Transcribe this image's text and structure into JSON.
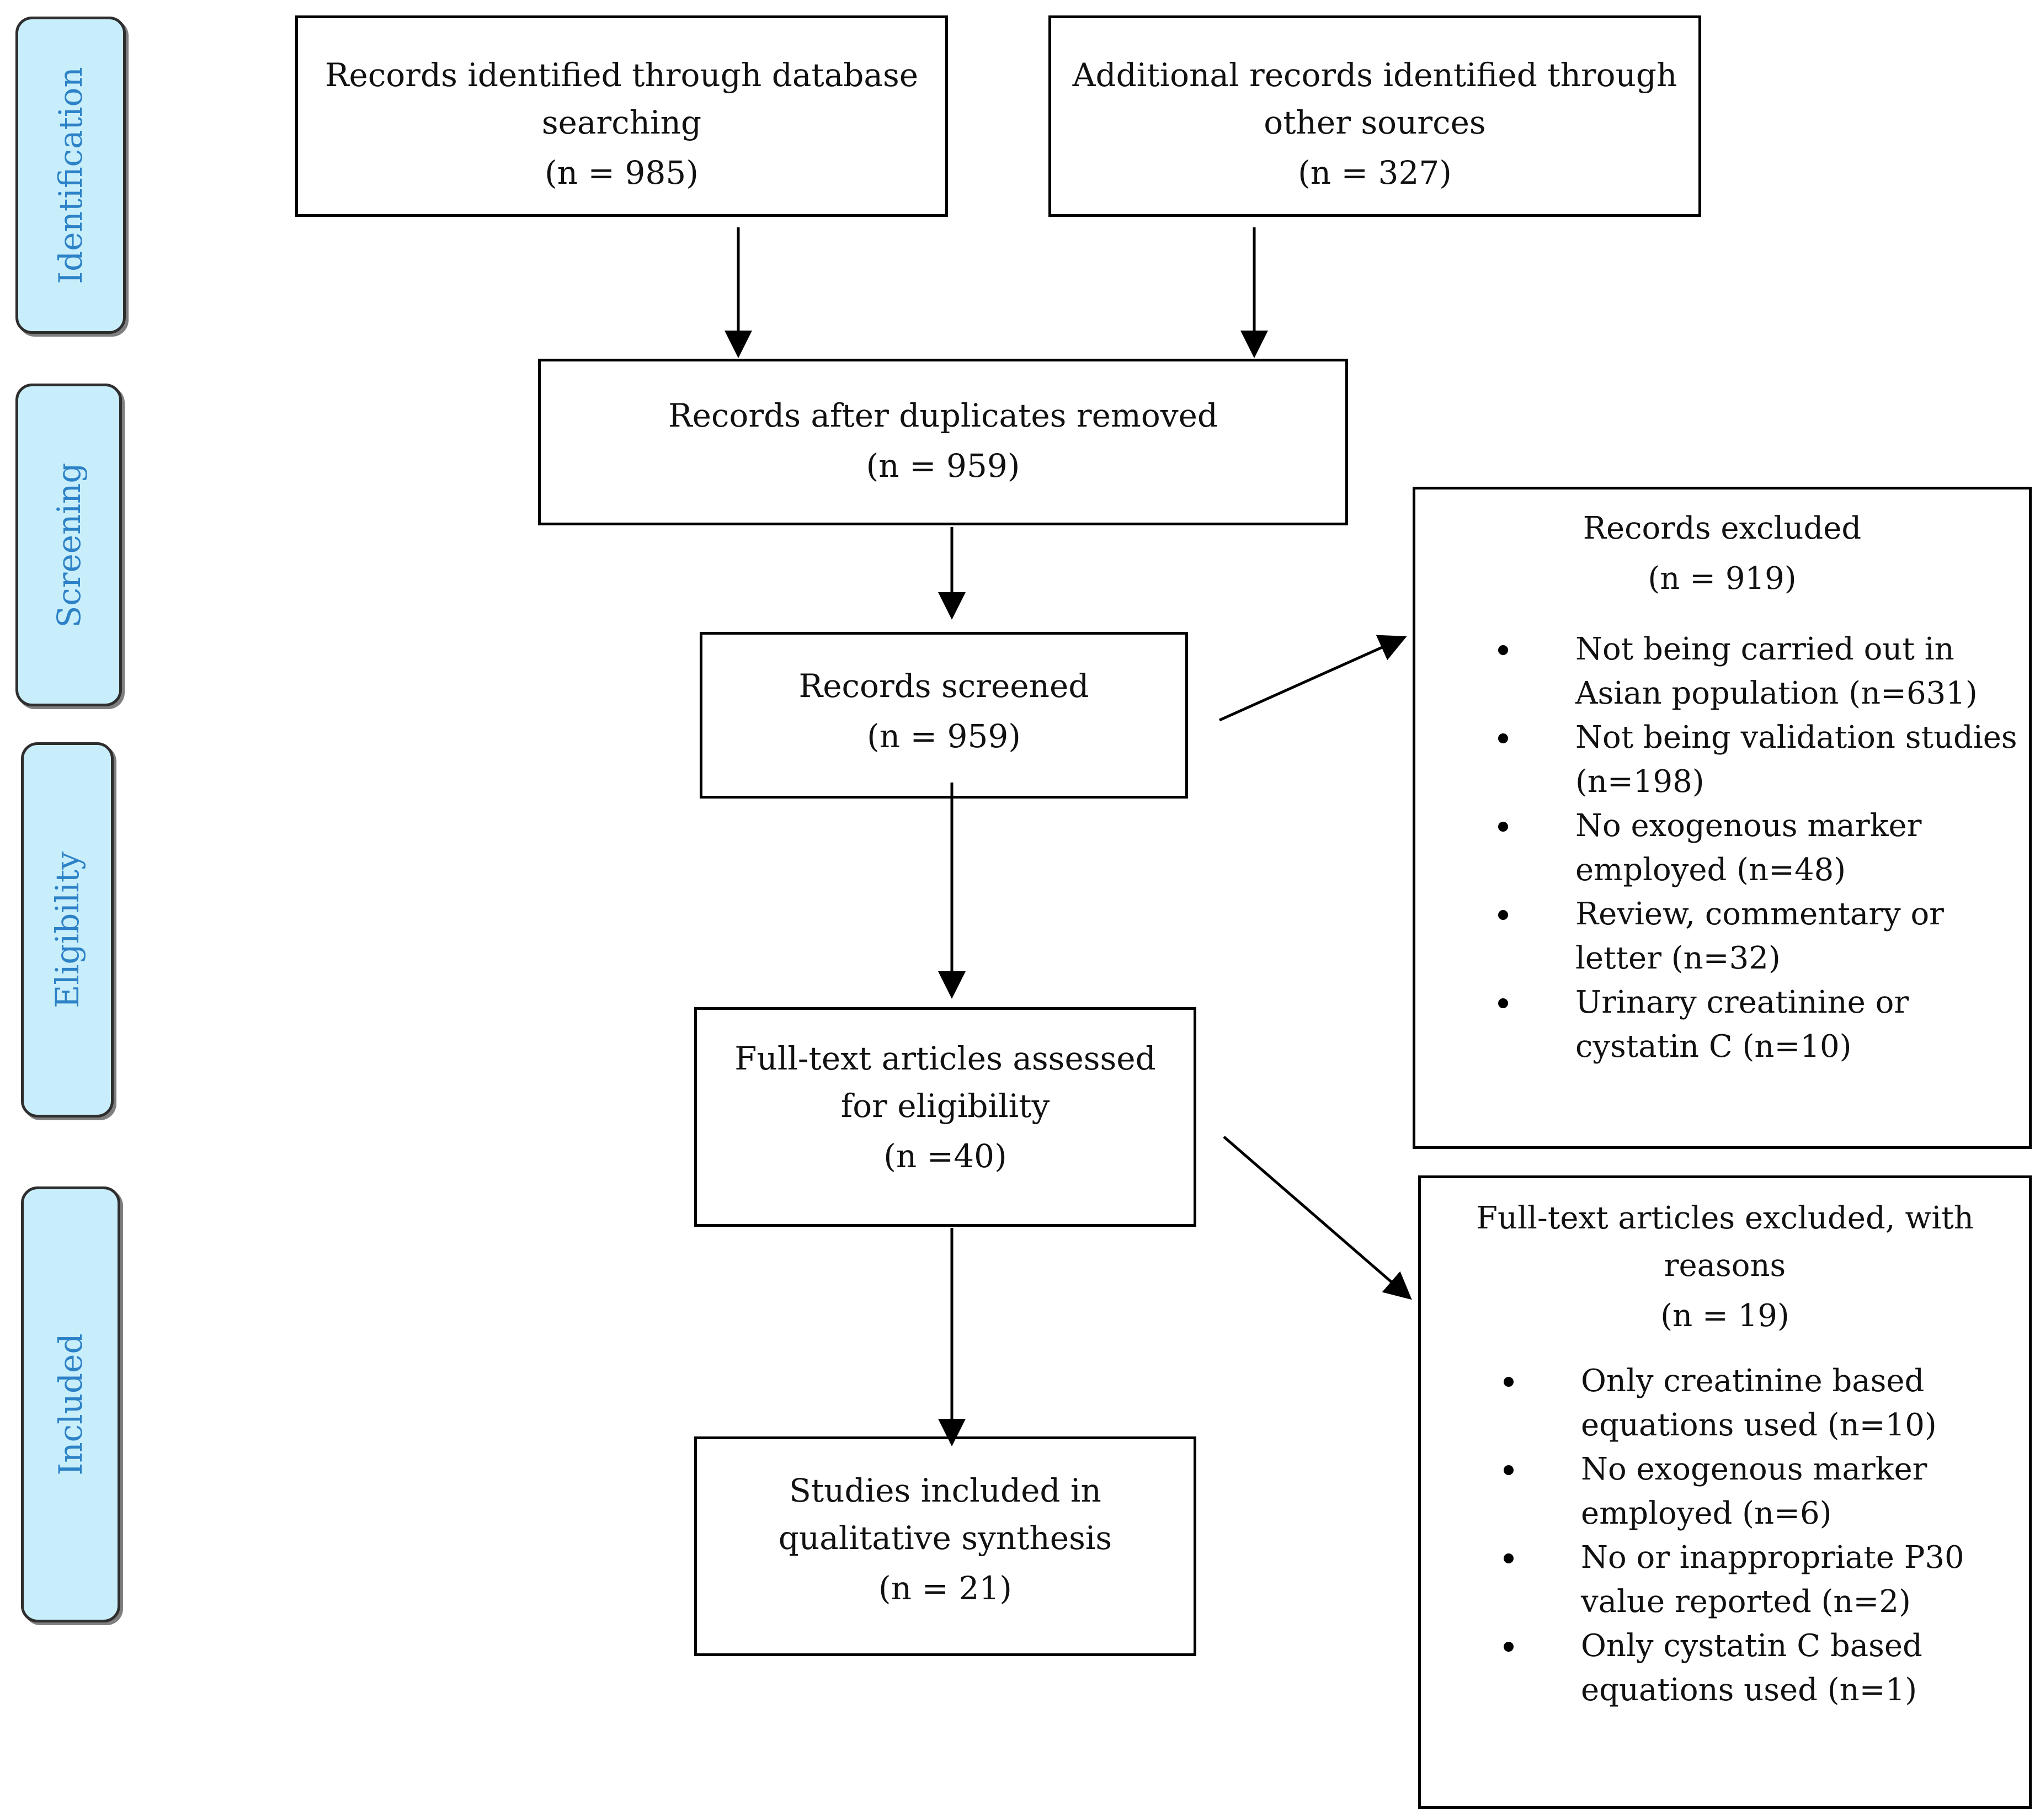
{
  "phases": {
    "identification": "Identification",
    "screening": "Screening",
    "eligibility": "Eligibility",
    "included": "Included"
  },
  "boxes": {
    "database": {
      "lines": [
        "Records identified through database",
        "searching"
      ],
      "count": "(n = 985)"
    },
    "other": {
      "lines": [
        "Additional records identified through",
        "other sources"
      ],
      "count": "(n = 327)"
    },
    "duplicates": {
      "lines": [
        "Records after duplicates removed"
      ],
      "count": "(n = 959)"
    },
    "screened": {
      "lines": [
        "Records screened"
      ],
      "count": "(n = 959)"
    },
    "fulltext": {
      "lines": [
        "Full-text articles assessed",
        "for eligibility"
      ],
      "count": "(n =40)"
    },
    "included": {
      "lines": [
        "Studies included in",
        "qualitative synthesis"
      ],
      "count": "(n = 21)"
    },
    "records_excluded": {
      "lines": [
        "Records excluded"
      ],
      "count": "(n = 919)",
      "reasons": [
        [
          "Not being carried out in",
          "Asian population (n=631)"
        ],
        [
          "Not being validation studies",
          "(n=198)"
        ],
        [
          "No exogenous marker",
          "employed (n=48)"
        ],
        [
          "Review, commentary or",
          "letter (n=32)"
        ],
        [
          "Urinary creatinine or",
          "cystatin C (n=10)"
        ]
      ]
    },
    "fulltext_excluded": {
      "lines": [
        "Full-text articles excluded, with",
        "reasons"
      ],
      "count": "(n = 19)",
      "reasons": [
        [
          "Only creatinine based",
          "equations used (n=10)"
        ],
        [
          "No exogenous marker",
          "employed (n=6)"
        ],
        [
          "No or inappropriate P30",
          "value reported (n=2)"
        ],
        [
          "Only cystatin C based",
          "equations used (n=1)"
        ]
      ]
    }
  }
}
